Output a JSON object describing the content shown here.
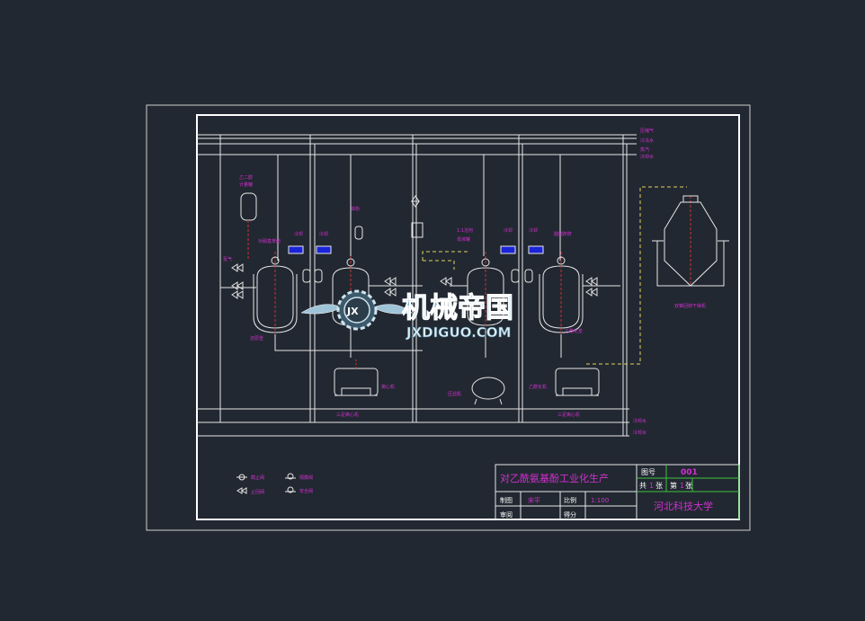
{
  "colors": {
    "background": "#222831",
    "line": "#e6e6e6",
    "label": "#d030d0",
    "signal_dashed": "#e0d060",
    "process_red": "#d03030",
    "cooler_blue": "#1a24d8",
    "title_green": "#40c040",
    "watermark": "#6fb4d2"
  },
  "utility_lines": {
    "top": [
      "压缩气",
      "冷冻水",
      "蒸汽",
      "冷却水"
    ],
    "bottom": [
      "冷却水",
      "冷却水"
    ]
  },
  "equipment_labels": {
    "feed_tank_top": "乙二醇",
    "feed_tank_bottom": "计量罐",
    "reactor_1": "对硝基苯酚",
    "cooler_1": "冷却",
    "cooler_1b": "冷却",
    "reactor_2": "铁粉",
    "feed_left": "氢气",
    "vessel_left": "还原釜",
    "reactor_3_top": "1:1溶剂",
    "reactor_3_bottom": "母液罐",
    "cooler_3": "冷却",
    "cooler_3b": "冷却",
    "reactor_4": "醋酸酐酐",
    "vessel_right": "乙酰化釜",
    "centrifuge_1": "离心机",
    "centrifuge_2": "压滤机",
    "centrifuge_3": "乙酰化机",
    "base_1": "三足离心机",
    "base_2": "三足离心机",
    "dryer": "双锥回转干燥机"
  },
  "legend": [
    {
      "symbol": "gate-valve",
      "label": "截止阀"
    },
    {
      "symbol": "check-valve",
      "label": "止回阀"
    },
    {
      "symbol": "diaphragm-valve",
      "label": "隔膜阀"
    },
    {
      "symbol": "safety-valve",
      "label": "安全阀"
    }
  ],
  "title_block": {
    "title": "对乙酰氨基酚工业化生产",
    "drawing_no_label": "图号",
    "drawing_no": "001",
    "total_label": "共",
    "total_value": "1",
    "sheet_unit": "张",
    "sheet_label": "第",
    "sheet_value": "1",
    "draw_label": "制图",
    "draw_value": "宋平",
    "scale_label": "比例",
    "scale_value": "1:100",
    "review_label": "审阅",
    "score_label": "得分",
    "school": "河北科技大学"
  },
  "watermark": {
    "brand_cn": "机械帝国",
    "brand_en": "JXDIGUO.COM",
    "badge": "JX"
  }
}
